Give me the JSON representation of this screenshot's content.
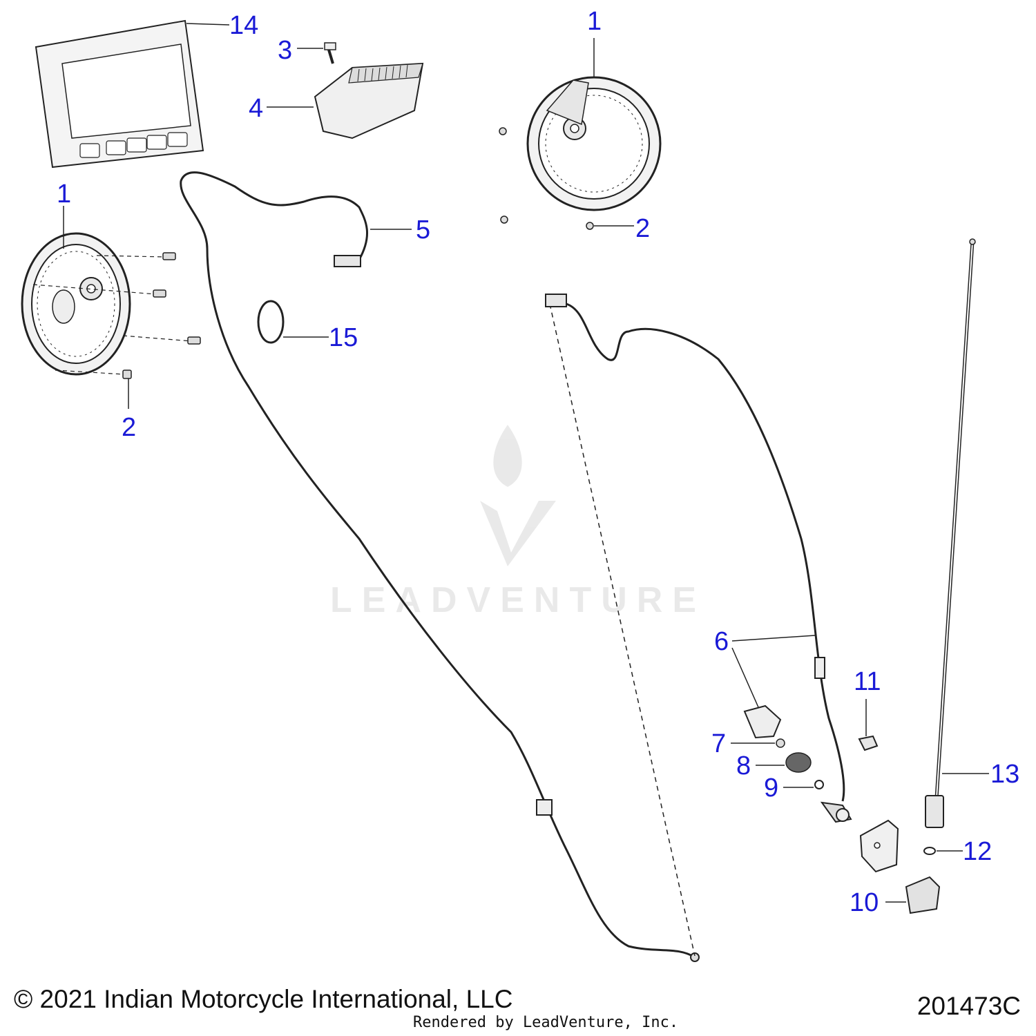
{
  "diagram": {
    "callouts": {
      "c1a": "1",
      "c1b": "1",
      "c2a": "2",
      "c2b": "2",
      "c3": "3",
      "c4": "4",
      "c5": "5",
      "c6": "6",
      "c7": "7",
      "c8": "8",
      "c9": "9",
      "c10": "10",
      "c11": "11",
      "c12": "12",
      "c13": "13",
      "c14": "14",
      "c15": "15"
    },
    "watermark": "LEADVENTURE",
    "colors": {
      "callout": "#1a1ad6",
      "line": "#222222",
      "part_fill": "#f2f2f2"
    }
  },
  "footer": {
    "copyright": "© 2021 Indian Motorcycle International, LLC",
    "drawing_number": "201473C",
    "rendered_by": "Rendered by LeadVenture, Inc."
  }
}
